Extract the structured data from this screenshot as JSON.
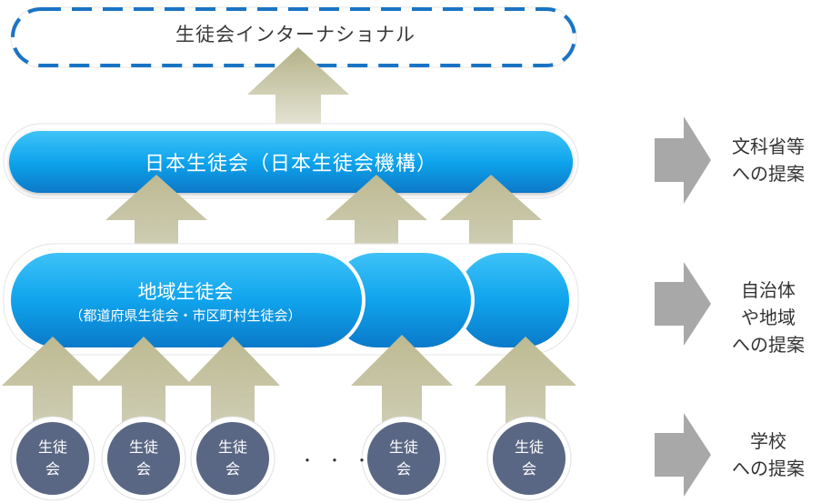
{
  "international": {
    "label": "生徒会インターナショナル"
  },
  "national": {
    "label": "日本生徒会（日本生徒会機構）"
  },
  "regional": {
    "label": "地域生徒会",
    "sublabel": "（都道府県生徒会・市区町村生徒会）"
  },
  "schools": [
    {
      "line1": "生徒",
      "line2": "会"
    },
    {
      "line1": "生徒",
      "line2": "会"
    },
    {
      "line1": "生徒",
      "line2": "会"
    },
    {
      "line1": "生徒",
      "line2": "会"
    },
    {
      "line1": "生徒",
      "line2": "会"
    }
  ],
  "ellipsis": "・・・",
  "proposals": [
    {
      "line1": "文科省等",
      "line2": "への提案"
    },
    {
      "line1": "自治体",
      "line2": "や地域",
      "line3": "への提案"
    },
    {
      "line1": "学校",
      "line2": "への提案"
    }
  ],
  "colors": {
    "bar_top": "#2bb8f5",
    "bar_bottom": "#0a7fd0",
    "arrow": "#b7b48e",
    "arrow_light": "#cfcdb0",
    "school_circle": "#5a6784",
    "proposal_arrow": "#a8a8a8",
    "dashed_border": "#1a74c4"
  }
}
